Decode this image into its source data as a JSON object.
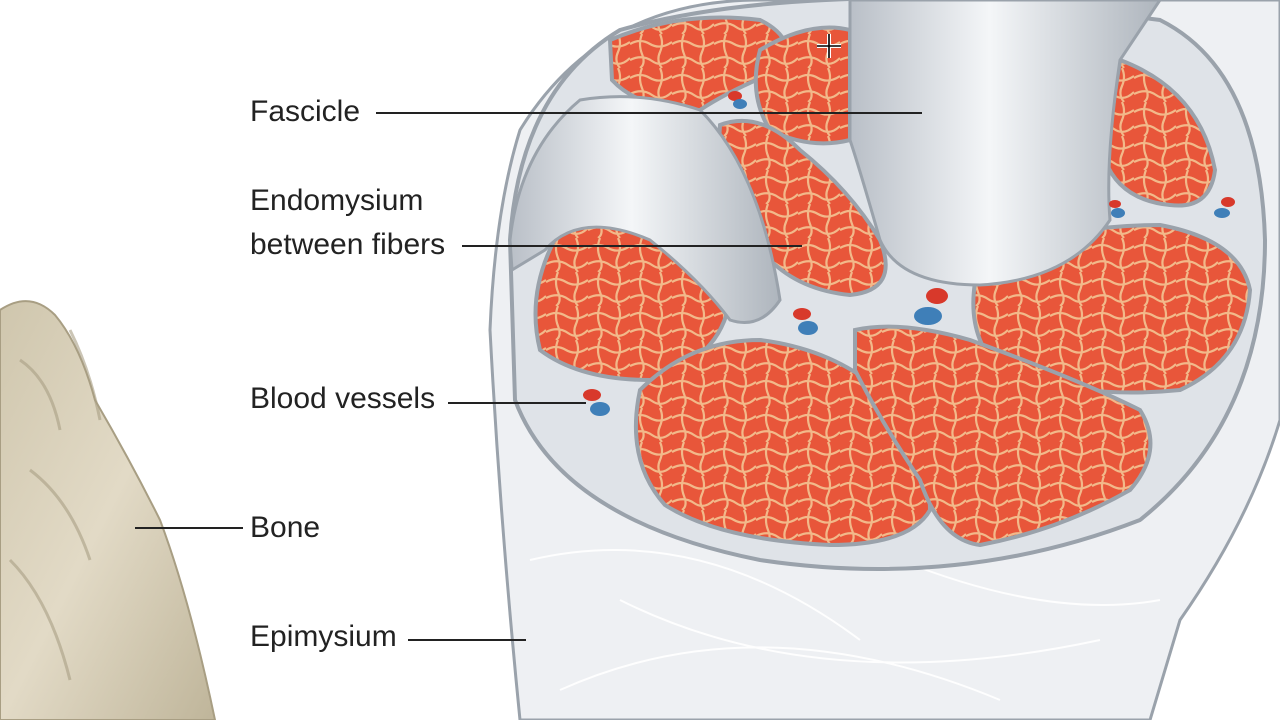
{
  "labels": {
    "fascicle": "Fascicle",
    "endomysium_line1": "Endomysium",
    "endomysium_line2": "between fibers",
    "blood_vessels": "Blood vessels",
    "bone": "Bone",
    "epimysium": "Epimysium"
  },
  "colors": {
    "muscle_fiber": "#e8563a",
    "fiber_border": "#f2b98a",
    "fascia": "#dfe3e8",
    "fascia_edge": "#9aa2ab",
    "tendon_sleeve": "#cfd4da",
    "bone": "#d6ccb4",
    "artery": "#d8392b",
    "vein": "#3f7fb8",
    "label_text": "#222222"
  },
  "icons": {
    "cursor": "crosshair-cursor-icon"
  }
}
